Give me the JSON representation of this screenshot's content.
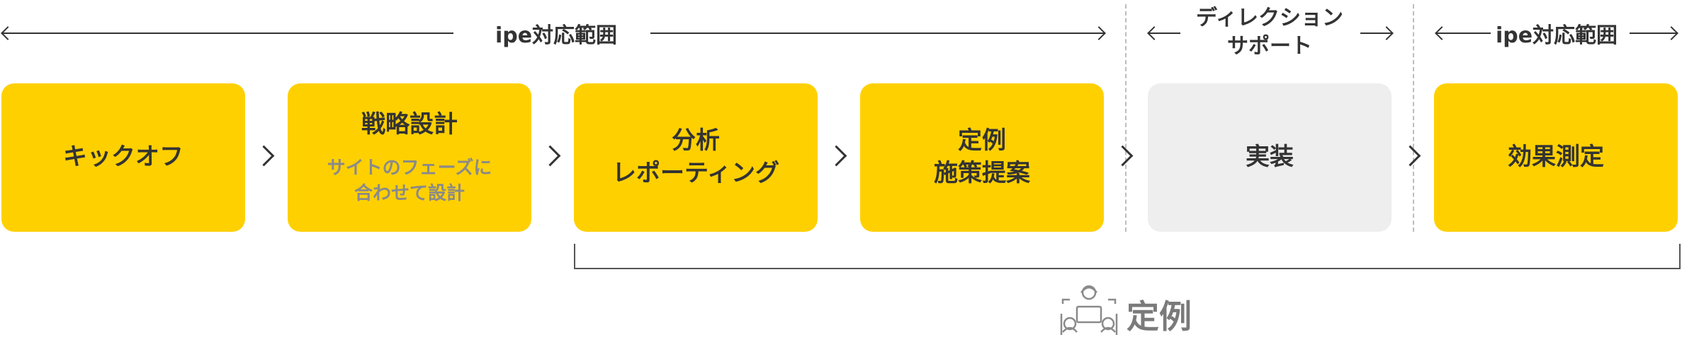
{
  "ranges": [
    {
      "label": "ipe対応範囲"
    },
    {
      "label": "ディレクション\nサポート"
    },
    {
      "label": "ipe対応範囲"
    }
  ],
  "steps": [
    {
      "title": "キックオフ",
      "subtitle": "",
      "style": "yellow"
    },
    {
      "title": "戦略設計",
      "subtitle": "サイトのフェーズに\n合わせて設計",
      "style": "yellow"
    },
    {
      "title": "分析\nレポーティング",
      "subtitle": "",
      "style": "yellow"
    },
    {
      "title": "定例\n施策提案",
      "subtitle": "",
      "style": "yellow"
    },
    {
      "title": "実装",
      "subtitle": "",
      "style": "gray"
    },
    {
      "title": "効果測定",
      "subtitle": "",
      "style": "yellow"
    }
  ],
  "legend": {
    "label": "定例",
    "icon": "meeting-icon"
  },
  "colors": {
    "accent": "#ffd000",
    "gray_card": "#eeeeee",
    "text": "#333333",
    "subtext": "#8a8a8a"
  }
}
